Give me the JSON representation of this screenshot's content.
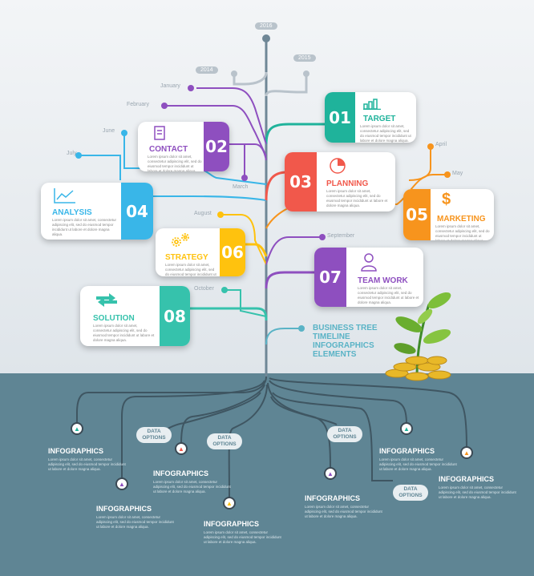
{
  "years": {
    "y2016": "2016",
    "y2014": "2014",
    "y2015": "2015"
  },
  "months": {
    "january": "January",
    "february": "February",
    "june": "June",
    "july": "July",
    "march": "March",
    "april": "April",
    "may": "May",
    "august": "August",
    "september": "September",
    "october": "October"
  },
  "cards": [
    {
      "num": "01",
      "title": "TARGET",
      "color": "#1fb39b",
      "icon": "bar-chart-icon"
    },
    {
      "num": "02",
      "title": "CONTACT",
      "color": "#8e4fbf",
      "icon": "document-icon"
    },
    {
      "num": "03",
      "title": "PLANNING",
      "color": "#f1584b",
      "icon": "pie-chart-icon"
    },
    {
      "num": "04",
      "title": "ANALYSIS",
      "color": "#39b6e8",
      "icon": "line-chart-icon"
    },
    {
      "num": "05",
      "title": "MARKETING",
      "color": "#f7941d",
      "icon": "dollar-icon"
    },
    {
      "num": "06",
      "title": "STRATEGY",
      "color": "#ffc20e",
      "icon": "gears-icon"
    },
    {
      "num": "07",
      "title": "TEAM WORK",
      "color": "#8e4fbf",
      "icon": "person-icon"
    },
    {
      "num": "08",
      "title": "SOLUTION",
      "color": "#36c2ac",
      "icon": "arrows-icon"
    }
  ],
  "card_text": "Lorem ipsum dolor sit amet, consectetur adipiscing elit, sed do eiusmod tempor incididunt ut labore et dolore magna aliqua.",
  "headline": {
    "l1": "BUSINESS TREE",
    "l2": "TIMELINE",
    "l3": "INFOGRAPHICS",
    "l4": "ELEMENTS"
  },
  "infographics": [
    {
      "title": "INFOGRAPHICS"
    },
    {
      "title": "INFOGRAPHICS"
    },
    {
      "title": "INFOGRAPHICS"
    },
    {
      "title": "INFOGRAPHICS"
    },
    {
      "title": "INFOGRAPHICS"
    },
    {
      "title": "INFOGRAPHICS"
    },
    {
      "title": "INFOGRAPHICS"
    }
  ],
  "info_text": "Lorem ipsum dolor sit amet, consectetur adipiscing elit, sed do eiusmod tempor incididunt ut labore et dolore magna aliqua.",
  "data_options": {
    "l1": "DATA",
    "l2": "OPTIONS"
  }
}
